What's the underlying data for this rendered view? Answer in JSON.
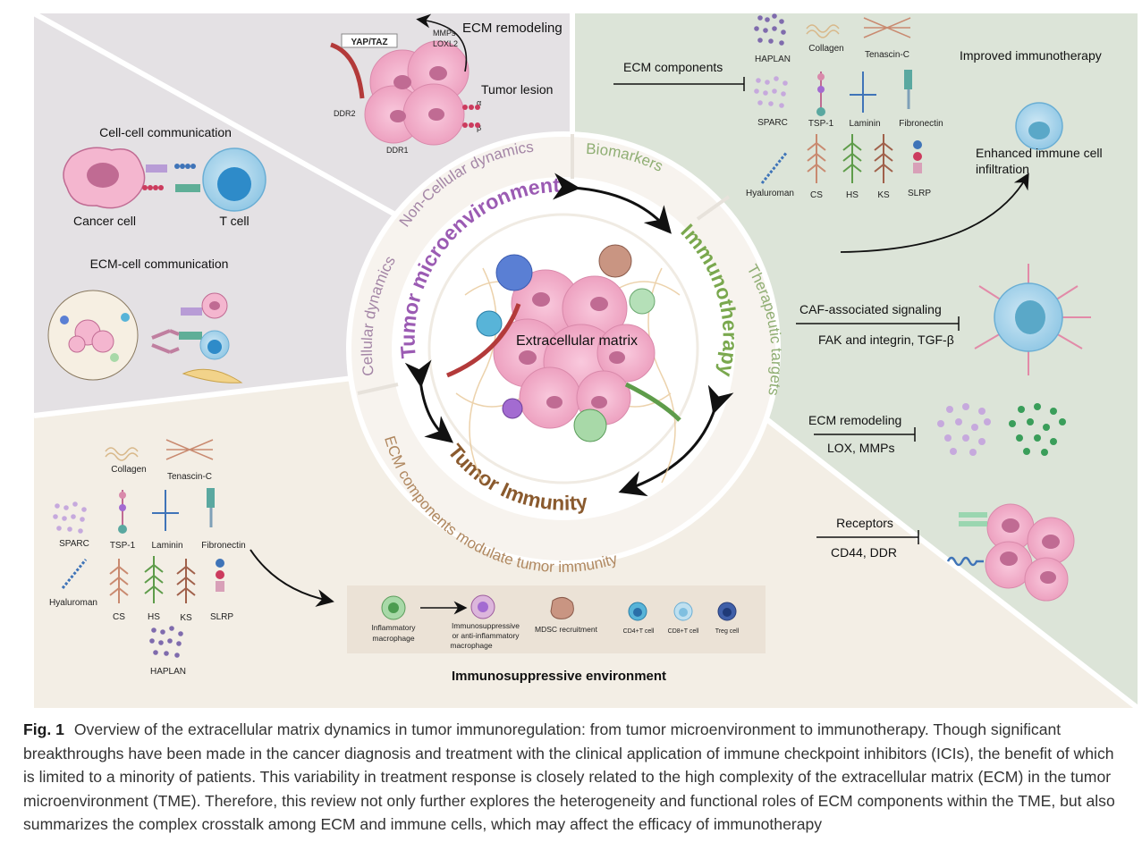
{
  "top": {
    "ecm_remodeling": "ECM remodeling",
    "yap_taz": "YAP/TAZ",
    "mmps": "MMPs",
    "loxl2": "LOXL2",
    "tumor_lesion": "Tumor lesion",
    "ddr2": "DDR2",
    "ddr1": "DDR1",
    "alpha": "α",
    "beta": "β"
  },
  "left_panel": {
    "cell_cell": "Cell-cell communication",
    "cancer_cell": "Cancer cell",
    "t_cell": "T cell",
    "ecm_cell": "ECM-cell communication"
  },
  "ring": {
    "non_cellular": "Non-Cellular dynamics",
    "biomarkers": "Biomarkers",
    "therapeutic_targets": "Therapeutic targets",
    "cellular_dynamics": "Cellular dynamics",
    "ecm_modulate": "ECM components modulate tumor immunity",
    "tumor_microenvironment": "Tumor microenvironment",
    "immunotherapy": "Immunotherapy",
    "tumor_immunity": "Tumor Immunity",
    "center": "Extracellular matrix"
  },
  "right_panel": {
    "ecm_components": "ECM components",
    "haplan": "HAPLAN",
    "collagen": "Collagen",
    "tenascin": "Tenascin-C",
    "sparc": "SPARC",
    "tsp1": "TSP-1",
    "laminin": "Laminin",
    "fibronectin": "Fibronectin",
    "hyaluroman": "Hyaluroman",
    "cs": "CS",
    "hs": "HS",
    "ks": "KS",
    "slrp": "SLRP",
    "improved": "Improved immunotherapy",
    "enhanced_1": "Enhanced immune cell",
    "enhanced_2": "infiltration",
    "caf_signaling": "CAF-associated signaling",
    "fak": "FAK and integrin, TGF-β",
    "ecm_remodeling": "ECM remodeling",
    "lox": "LOX, MMPs",
    "receptors": "Receptors",
    "cd44": "CD44, DDR"
  },
  "bottom_left": {
    "collagen": "Collagen",
    "tenascin": "Tenascin-C",
    "sparc": "SPARC",
    "tsp1": "TSP-1",
    "laminin": "Laminin",
    "fibronectin": "Fibronectin",
    "hyaluroman": "Hyaluroman",
    "cs": "CS",
    "hs": "HS",
    "ks": "KS",
    "slrp": "SLRP",
    "haplan": "HAPLAN"
  },
  "immuno_box": {
    "inflammatory_1": "Inflammatory",
    "inflammatory_2": "macrophage",
    "immunosuppressive_1": "Immunosuppressive",
    "immunosuppressive_2": "or anti-inflammatory",
    "immunosuppressive_3": "macrophage",
    "mdsc": "MDSC recruitment",
    "cd4": "CD4+T cell",
    "cd8": "CD8+T cell",
    "treg": "Treg cell",
    "title": "Immunosuppressive environment"
  },
  "caption": {
    "fig_label": "Fig. 1",
    "text": "Overview of the extracellular matrix dynamics in tumor immunoregulation: from tumor microenvironment to immunotherapy. Though significant breakthroughs have been made in the cancer diagnosis and treatment with the clinical application of immune checkpoint inhibitors (ICIs), the benefit of which is limited to a minority of patients. This variability in treatment response is closely related to the high complexity of the extracellular matrix (ECM) in the tumor microenvironment (TME). Therefore, this review not only further explores the heterogeneity and functional roles of ECM components within the TME, but also summarizes the complex crosstalk among ECM and immune cells, which may affect the efficacy of immunotherapy"
  },
  "colors": {
    "left_bg": "#e4e1e4",
    "right_bg": "#dce4d8",
    "bottom_bg": "#f3eee5",
    "ring_outer": "#f7f3ee",
    "tumor_microenvironment": "#9b5bb3",
    "immunotherapy": "#7aa84e",
    "tumor_immunity": "#8a5a2e",
    "tumor_pink": "#f4b6cf",
    "t_cell_blue": "#58b4d8"
  }
}
